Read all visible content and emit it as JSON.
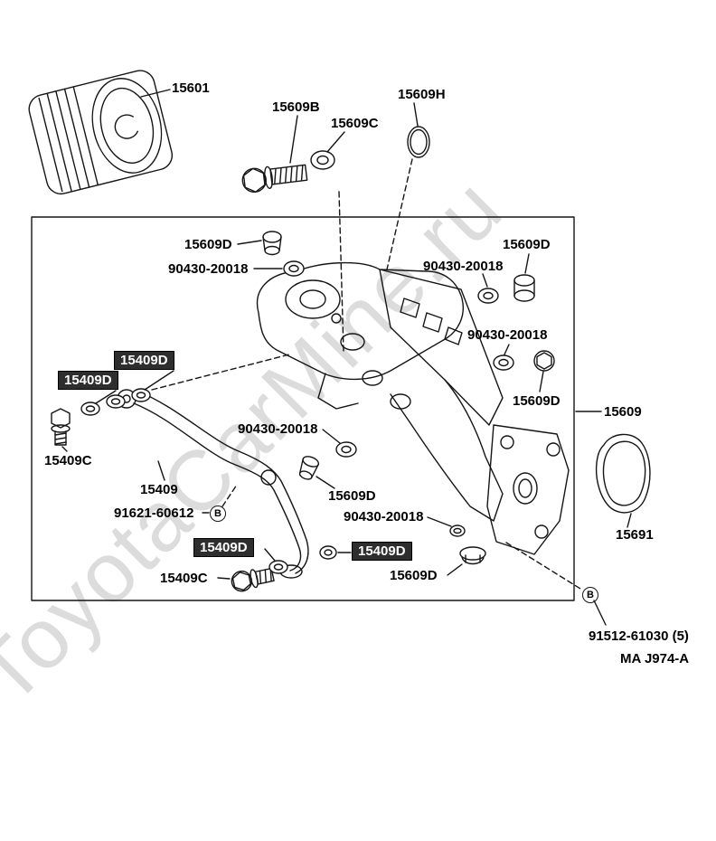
{
  "diagram": {
    "watermark": "ToyotaCarMine.ru",
    "marker_b": "B",
    "labels": [
      {
        "text": "15601"
      },
      {
        "text": "15609B"
      },
      {
        "text": "15609C"
      },
      {
        "text": "15609H"
      },
      {
        "text": "15609D"
      },
      {
        "text": "90430-20018"
      },
      {
        "text": "90430-20018"
      },
      {
        "text": "15609D"
      },
      {
        "text": "90430-20018"
      },
      {
        "text": "15609D"
      },
      {
        "text": "15409D"
      },
      {
        "text": "15409D"
      },
      {
        "text": "15409C"
      },
      {
        "text": "90430-20018"
      },
      {
        "text": "15409"
      },
      {
        "text": "91621-60612"
      },
      {
        "text": "15609D"
      },
      {
        "text": "90430-20018"
      },
      {
        "text": "15409D"
      },
      {
        "text": "15409D"
      },
      {
        "text": "15409C"
      },
      {
        "text": "15609D"
      },
      {
        "text": "15609"
      },
      {
        "text": "15691"
      },
      {
        "text": "91512-61030 (5)"
      },
      {
        "text": "MA J974-A"
      }
    ],
    "colors": {
      "line": "#151515",
      "highlight_bg": "#2e2e2e",
      "watermark": "#c6c6c6"
    }
  }
}
